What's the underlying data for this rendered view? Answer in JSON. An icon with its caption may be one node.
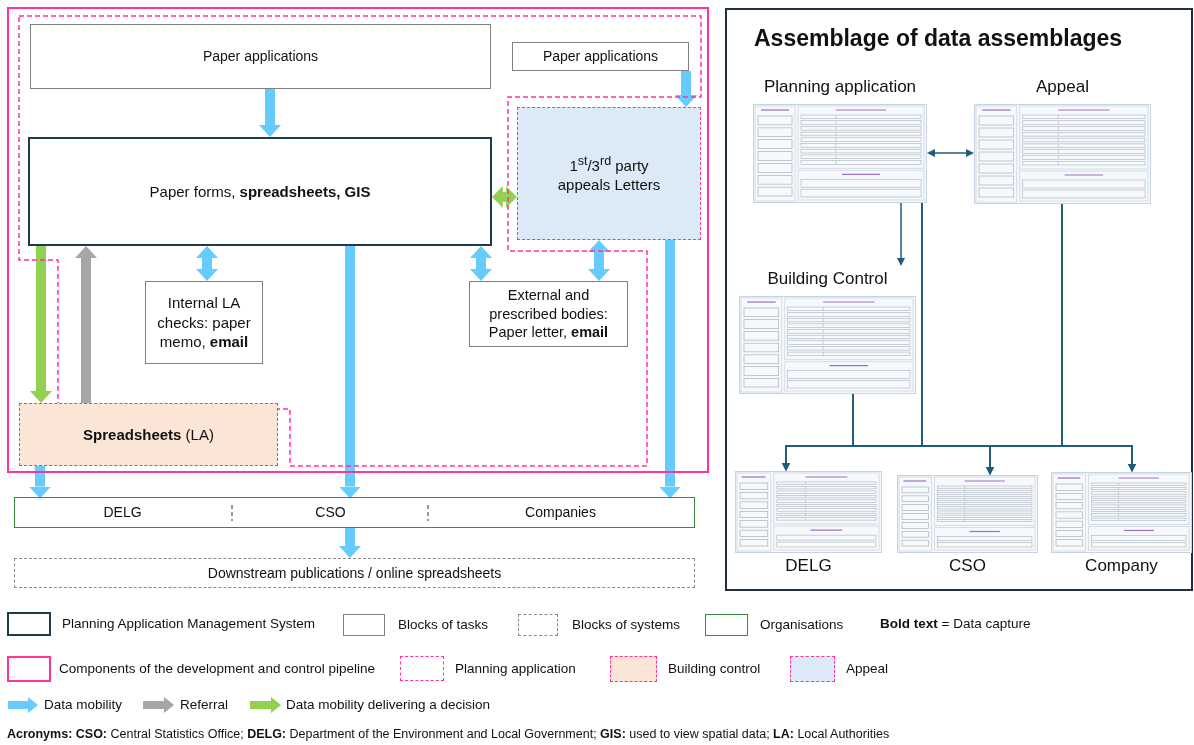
{
  "diagram": {
    "nodes": [
      {
        "text": [
          "Paper applications"
        ]
      },
      {
        "text": [
          "Paper applications"
        ]
      },
      {
        "text": [
          "Paper forms, **spreadsheets, GIS**"
        ]
      },
      {
        "text": [
          "1$^{st}$/3$^{rd}$ party appeals Letters"
        ]
      },
      {
        "text": [
          "Internal LA checks: paper memo, **email**"
        ]
      },
      {
        "text": [
          "External and prescribed bodies: Paper letter, **email**"
        ]
      },
      {
        "text": [
          "**Spreadsheets** (LA)"
        ]
      },
      {
        "text": [],
        "shape": "box"
      },
      {
        "text": [
          "DELG"
        ],
        "in": 7
      },
      {
        "text": [
          "CSO"
        ],
        "in": 7
      },
      {
        "text": [
          "Companies"
        ],
        "in": 7
      },
      {
        "text": [
          "Downstream publications / online spreadsheets"
        ]
      },
      {
        "text": [
          "Assemblage of data assemblages"
        ]
      },
      {
        "text": [
          "Planning application"
        ],
        "in": 12
      },
      {
        "text": [
          "Appeal"
        ],
        "in": 12
      },
      {
        "text": [
          "Building Control"
        ],
        "in": 12
      },
      {
        "text": [
          "DELG"
        ],
        "in": 12
      },
      {
        "text": [
          "CSO"
        ],
        "in": 12
      },
      {
        "text": [
          "Company"
        ],
        "in": 12
      }
    ],
    "edges": [
      {
        "from": 0,
        "to": 2,
        "arrow": "to",
        "color": "#66ccff"
      },
      {
        "from": 2,
        "to": 3,
        "arrow": "both",
        "color": "#92d050"
      },
      {
        "from": 1,
        "to": 3,
        "arrow": "to",
        "color": "#66ccff"
      },
      {
        "from": 2,
        "to": 4,
        "arrow": "both",
        "color": "#66ccff"
      },
      {
        "from": 2,
        "to": 5,
        "arrow": "both",
        "color": "#66ccff"
      },
      {
        "from": 3,
        "to": 5,
        "arrow": "both",
        "color": "#66ccff"
      },
      {
        "from": 2,
        "to": 6,
        "arrow": "to",
        "color": "#92d050"
      },
      {
        "from": 6,
        "to": 2,
        "arrow": "to",
        "color": "#a6a6a6"
      },
      {
        "from": 6,
        "to": 8,
        "arrow": "to",
        "color": "#66ccff"
      },
      {
        "from": 2,
        "to": 9,
        "arrow": "to",
        "color": "#66ccff"
      },
      {
        "from": 3,
        "to": 10,
        "arrow": "to",
        "color": "#66ccff"
      },
      {
        "from": 7,
        "to": 11,
        "arrow": "to",
        "color": "#66ccff"
      },
      {
        "from": 13,
        "to": 14,
        "arrow": "both"
      },
      {
        "from": 13,
        "to": 15,
        "arrow": "to"
      },
      {
        "from": 13,
        "to": 16,
        "arrow": "to"
      },
      {
        "from": 13,
        "to": 17,
        "arrow": "to"
      },
      {
        "from": 13,
        "to": 18,
        "arrow": "to"
      },
      {
        "from": 15,
        "to": 16,
        "arrow": "to"
      },
      {
        "from": 15,
        "to": 17,
        "arrow": "to"
      },
      {
        "from": 15,
        "to": 18,
        "arrow": "to"
      },
      {
        "from": 14,
        "to": 16,
        "arrow": "to"
      },
      {
        "from": 14,
        "to": 17,
        "arrow": "to"
      },
      {
        "from": 14,
        "to": 18,
        "arrow": "to"
      }
    ],
    "labels": [
      "**Bold text** = Data capture",
      "**Acronyms:** **CSO:** Central Statistics Office; **DELG:** Department of the Environment and Local Government; **GIS:** used to view spatial data; **LA:** Local Authorities"
    ],
    "legend": [
      {
        "text": "Planning Application Management System"
      },
      {
        "text": "Blocks of tasks"
      },
      {
        "text": "Blocks of systems"
      },
      {
        "text": "Organisations"
      },
      {
        "text": "Components of the development and control pipeline"
      },
      {
        "text": "Planning application"
      },
      {
        "text": "Building control",
        "color": "#fbe5d6"
      },
      {
        "text": "Appeal",
        "color": "#dce9f6"
      },
      {
        "text": "Data mobility",
        "color": "#66ccff"
      },
      {
        "text": "Referral",
        "color": "#a6a6a6"
      },
      {
        "text": "Data mobility delivering a decision",
        "color": "#92d050"
      }
    ]
  }
}
